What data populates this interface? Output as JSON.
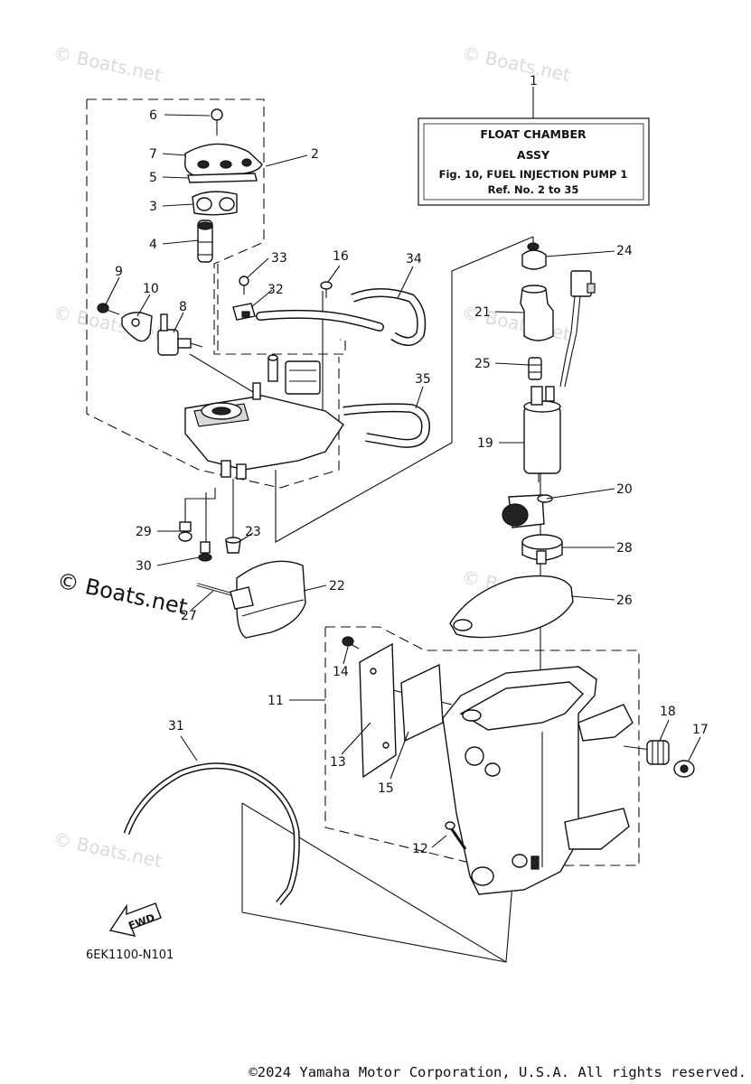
{
  "legend": {
    "title_line1": "FLOAT CHAMBER",
    "title_line2": "ASSY",
    "ref_line1": "Fig. 10, FUEL INJECTION PUMP 1",
    "ref_line2": "Ref. No. 2 to 35"
  },
  "callouts": {
    "c1": "1",
    "c2": "2",
    "c3": "3",
    "c4": "4",
    "c5": "5",
    "c6": "6",
    "c7": "7",
    "c8": "8",
    "c9": "9",
    "c10": "10",
    "c11": "11",
    "c12": "12",
    "c13": "13",
    "c14": "14",
    "c15": "15",
    "c16": "16",
    "c17": "17",
    "c18": "18",
    "c19": "19",
    "c20": "20",
    "c21": "21",
    "c22": "22",
    "c23": "23",
    "c24": "24",
    "c25": "25",
    "c26": "26",
    "c27": "27",
    "c28": "28",
    "c29": "29",
    "c30": "30",
    "c31": "31",
    "c32": "32",
    "c33": "33",
    "c34": "34",
    "c35": "35"
  },
  "fwd_label": "FWD",
  "part_code": "6EK1100-N101",
  "watermark_text": "© Boats.net",
  "copyright": "©2024 Yamaha Motor Corporation, U.S.A. All rights reserved."
}
